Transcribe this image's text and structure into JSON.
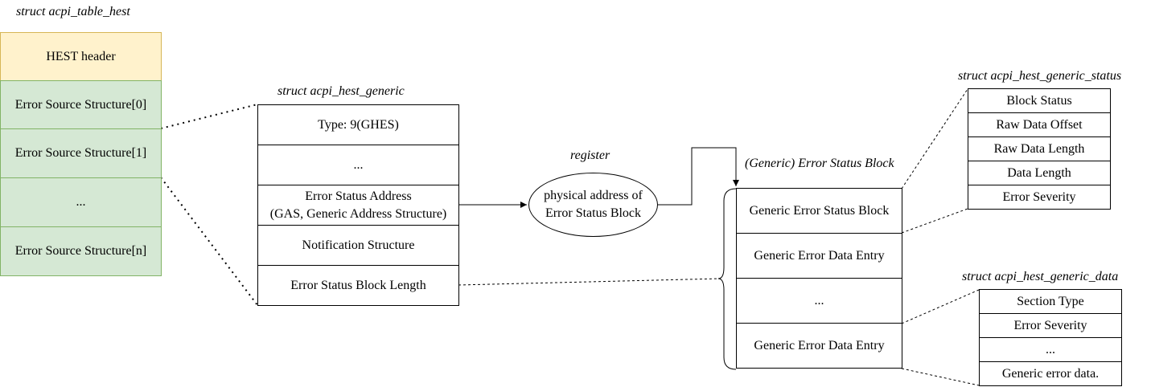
{
  "hest": {
    "title": "struct acpi_table_hest",
    "header": "HEST header",
    "rows": [
      "Error Source Structure[0]",
      "Error Source Structure[1]",
      "...",
      "Error Source Structure[n]"
    ]
  },
  "generic": {
    "title": "struct acpi_hest_generic",
    "rows": [
      "Type: 9(GHES)",
      "...",
      "Error Status Address\n(GAS, Generic Address Structure)",
      "Notification Structure",
      "Error Status Block Length"
    ]
  },
  "register": {
    "title": "register",
    "text": "physical address of\nError Status Block"
  },
  "esb": {
    "title": "(Generic) Error Status Block",
    "rows": [
      "Generic Error Status Block",
      "Generic Error Data Entry",
      "...",
      "Generic Error Data Entry"
    ]
  },
  "status": {
    "title": "struct acpi_hest_generic_status",
    "rows": [
      "Block Status",
      "Raw Data Offset",
      "Raw Data Length",
      "Data Length",
      "Error Severity"
    ]
  },
  "data": {
    "title": "struct acpi_hest_generic_data",
    "rows": [
      "Section Type",
      "Error Severity",
      "...",
      "Generic error data."
    ]
  }
}
